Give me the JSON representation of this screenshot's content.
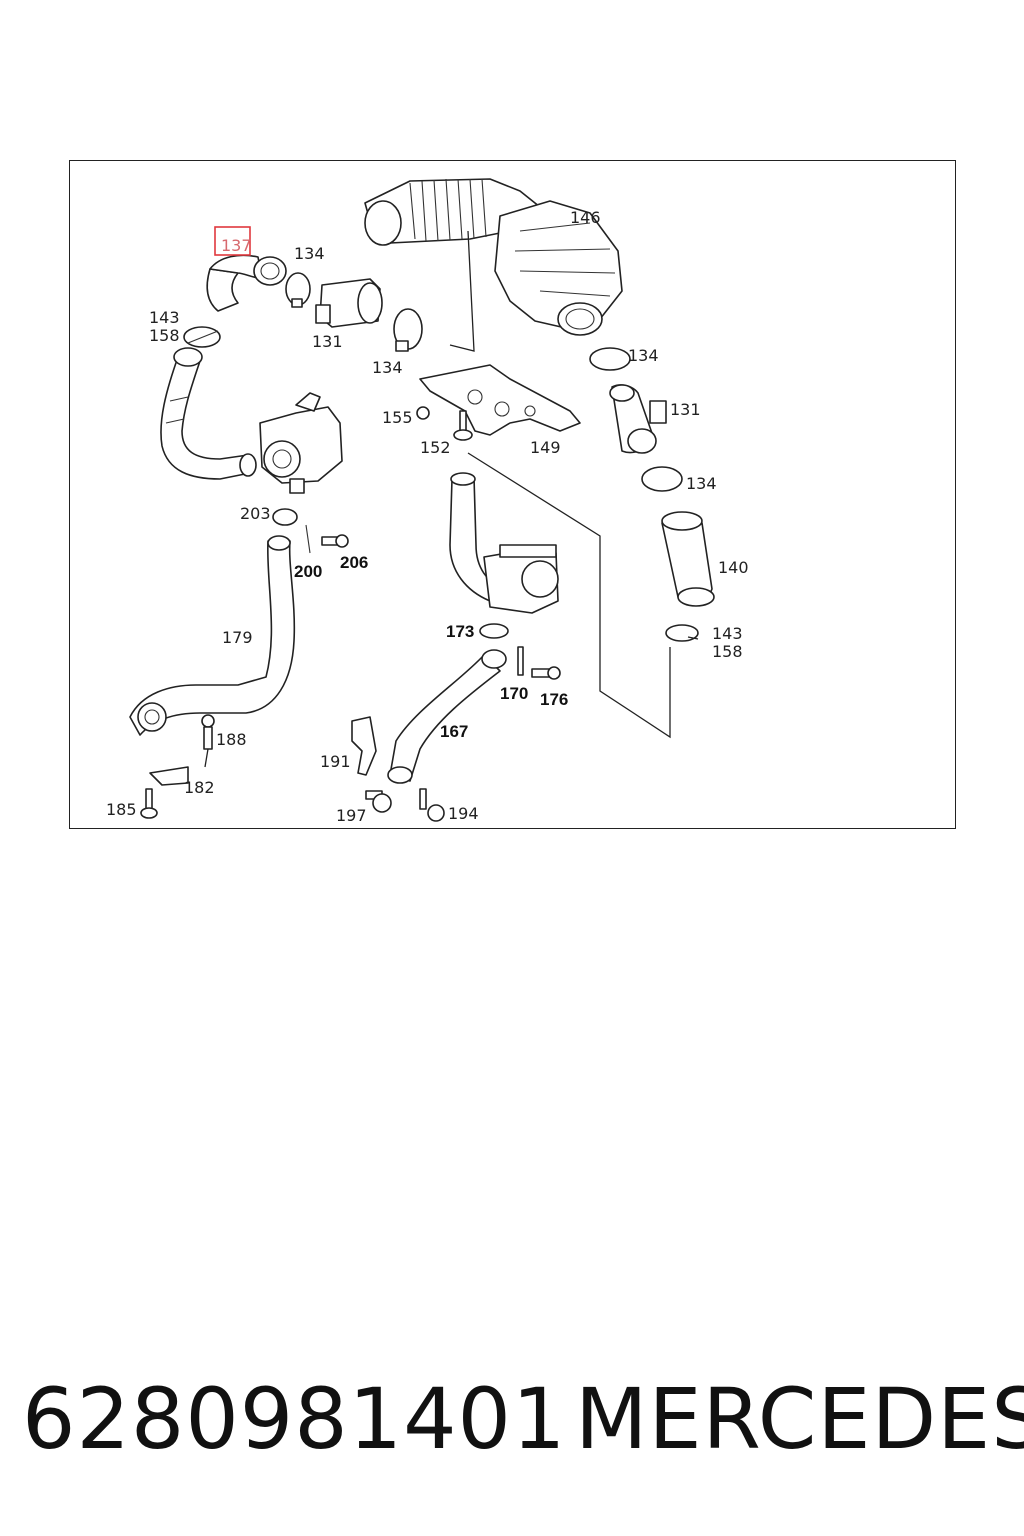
{
  "diagram": {
    "highlighted_callout": "137",
    "highlight_color": "#e0383e",
    "callouts": {
      "c146": "146",
      "c137": "137",
      "c134a": "134",
      "c143a": "143",
      "c158a": "158",
      "c131a": "131",
      "c134b": "134",
      "c134c": "134",
      "c155": "155",
      "c131b": "131",
      "c152": "152",
      "c149": "149",
      "c134d": "134",
      "c203": "203",
      "c200": "200",
      "c206": "206",
      "c140": "140",
      "c179": "179",
      "c173": "173",
      "c143b": "143",
      "c158b": "158",
      "c170": "170",
      "c176": "176",
      "c188": "188",
      "c167": "167",
      "c191": "191",
      "c182": "182",
      "c185": "185",
      "c197": "197",
      "c194": "194"
    }
  },
  "caption": {
    "part_number": "6280981401",
    "brand": "MERCEDES"
  }
}
